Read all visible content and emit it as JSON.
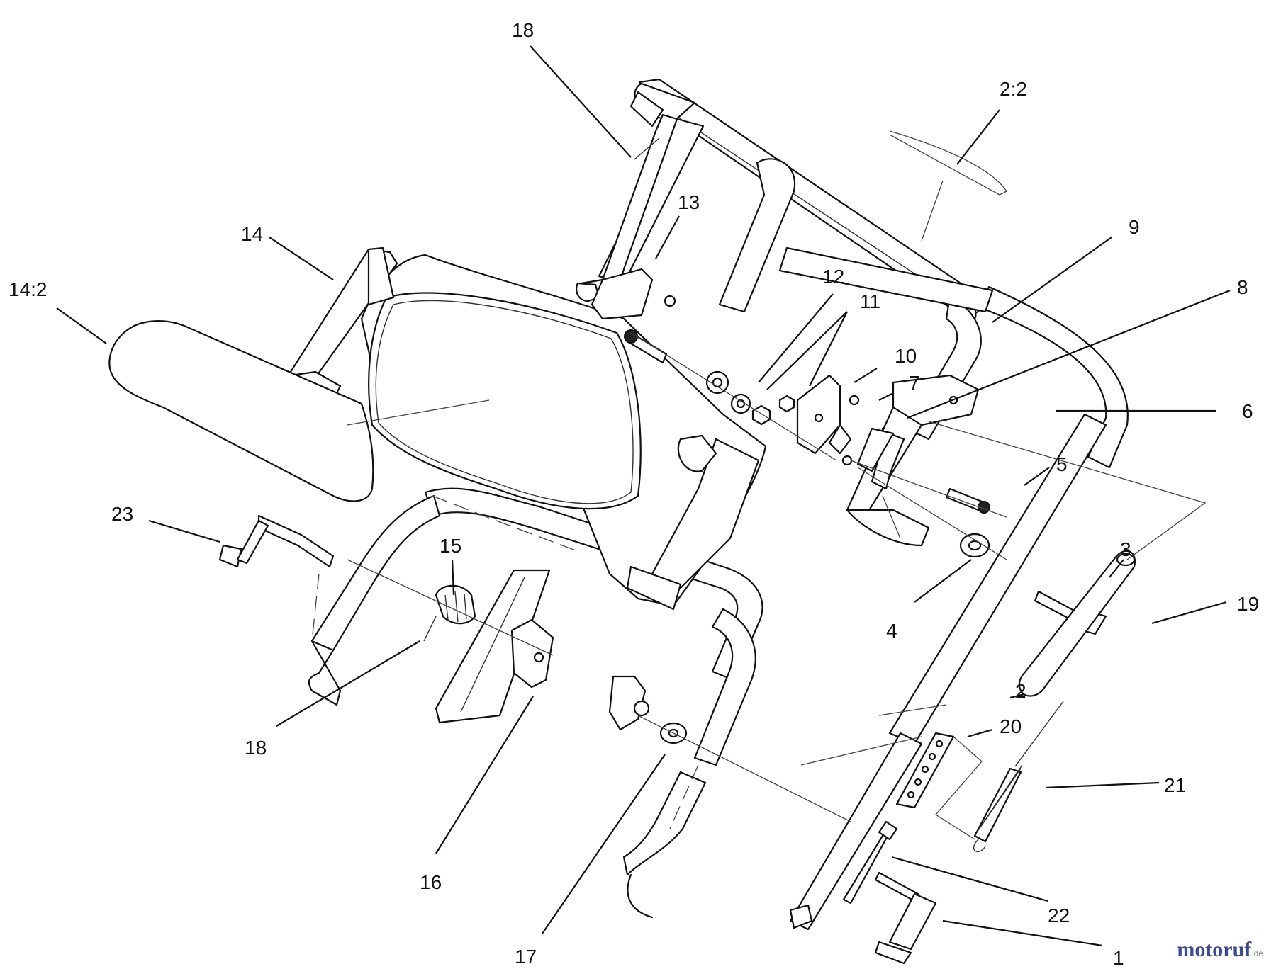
{
  "diagram": {
    "callouts": [
      {
        "id": "c-18-top",
        "label": "18"
      },
      {
        "id": "c-2-2",
        "label": "2:2"
      },
      {
        "id": "c-13",
        "label": "13"
      },
      {
        "id": "c-14",
        "label": "14"
      },
      {
        "id": "c-14-2",
        "label": "14:2"
      },
      {
        "id": "c-9",
        "label": "9"
      },
      {
        "id": "c-12",
        "label": "12"
      },
      {
        "id": "c-11",
        "label": "11"
      },
      {
        "id": "c-8",
        "label": "8"
      },
      {
        "id": "c-10",
        "label": "10"
      },
      {
        "id": "c-7",
        "label": "7"
      },
      {
        "id": "c-6",
        "label": "6"
      },
      {
        "id": "c-5",
        "label": "5"
      },
      {
        "id": "c-23",
        "label": "23"
      },
      {
        "id": "c-15",
        "label": "15"
      },
      {
        "id": "c-3",
        "label": "3"
      },
      {
        "id": "c-4",
        "label": "4"
      },
      {
        "id": "c-19",
        "label": "19"
      },
      {
        "id": "c-2",
        "label": "2"
      },
      {
        "id": "c-18-bottom",
        "label": "18"
      },
      {
        "id": "c-20",
        "label": "20"
      },
      {
        "id": "c-21",
        "label": "21"
      },
      {
        "id": "c-16",
        "label": "16"
      },
      {
        "id": "c-22",
        "label": "22"
      },
      {
        "id": "c-17",
        "label": "17"
      },
      {
        "id": "c-1",
        "label": "1"
      }
    ]
  },
  "watermark": {
    "text": "motoruf",
    "suffix": ".de"
  }
}
